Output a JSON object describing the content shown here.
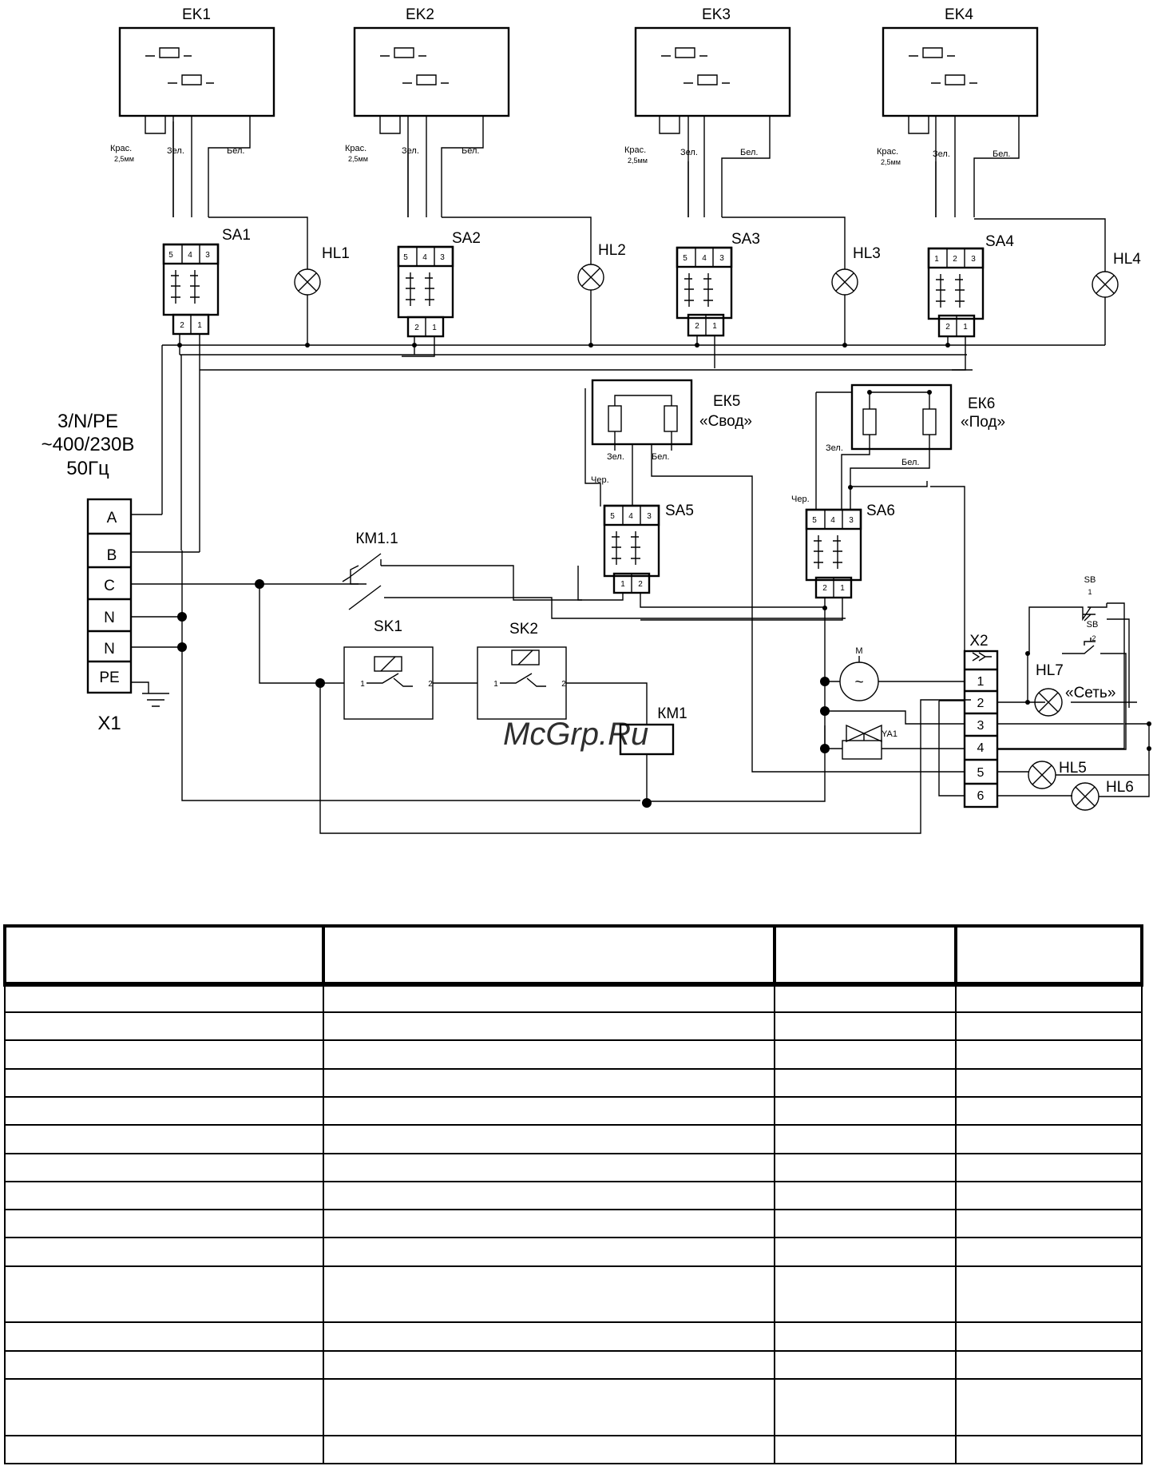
{
  "diagram": {
    "heaters_top": [
      {
        "id": "EK1",
        "switch": "SA1",
        "lamp": "HL1",
        "pins": [
          "5",
          "4",
          "3"
        ],
        "bottom": [
          "2",
          "1"
        ]
      },
      {
        "id": "EK2",
        "switch": "SA2",
        "lamp": "HL2",
        "pins": [
          "5",
          "4",
          "3"
        ],
        "bottom": [
          "2",
          "1"
        ]
      },
      {
        "id": "EK3",
        "switch": "SA3",
        "lamp": "HL3",
        "pins": [
          "5",
          "4",
          "3"
        ],
        "bottom": [
          "2",
          "1"
        ]
      },
      {
        "id": "EK4",
        "switch": "SA4",
        "lamp": "HL4",
        "pins": [
          "1",
          "2",
          "3"
        ],
        "bottom": [
          "2",
          "1"
        ]
      }
    ],
    "wire_labels": {
      "red": "Крас.",
      "red_size": "2,5мм",
      "green": "Зел.",
      "white": "Бел.",
      "black": "Чер."
    },
    "ek5": {
      "id": "ЕК5",
      "name": "«Свод»",
      "switch": "SA5",
      "pins": [
        "5",
        "4",
        "3"
      ],
      "bottom": [
        "1",
        "2"
      ]
    },
    "ek6": {
      "id": "ЕК6",
      "name": "«Под»",
      "switch": "SA6",
      "pins": [
        "5",
        "4",
        "3"
      ],
      "bottom": [
        "2",
        "1"
      ]
    },
    "supply": {
      "line1": "3/N/PE",
      "line2": "~400/230В",
      "line3": "50Гц"
    },
    "x1": {
      "id": "X1",
      "terminals": [
        "A",
        "B",
        "C",
        "N",
        "N",
        "PE"
      ]
    },
    "km11": "КМ1.1",
    "sk1": {
      "id": "SK1",
      "p1": "1",
      "p2": "2"
    },
    "sk2": {
      "id": "SK2",
      "p1": "1",
      "p2": "2"
    },
    "km1": "КМ1",
    "motor": {
      "id": "M",
      "symbol": "~"
    },
    "valve": "YA1",
    "x2": {
      "id": "X2",
      "terminals": [
        "1",
        "2",
        "3",
        "4",
        "5",
        "6"
      ]
    },
    "sb": {
      "id": "SB",
      "c1": "1",
      "c2": "2"
    },
    "hl7": {
      "id": "HL7",
      "name": "«Сеть»"
    },
    "hl5": "HL5",
    "hl6": "HL6",
    "watermark": "McGrp.Ru"
  },
  "table": {
    "rows": [
      [
        "",
        "",
        "",
        ""
      ],
      [
        "",
        "",
        "",
        ""
      ],
      [
        "",
        "",
        "",
        ""
      ],
      [
        "",
        "",
        "",
        ""
      ],
      [
        "",
        "",
        "",
        ""
      ],
      [
        "",
        "",
        "",
        ""
      ],
      [
        "",
        "",
        "",
        ""
      ],
      [
        "",
        "",
        "",
        ""
      ],
      [
        "",
        "",
        "",
        ""
      ],
      [
        "",
        "",
        "",
        ""
      ],
      [
        "",
        "",
        "",
        ""
      ],
      [
        "",
        "",
        "",
        ""
      ],
      [
        "",
        "",
        "",
        ""
      ],
      [
        "",
        "",
        "",
        ""
      ],
      [
        "",
        "",
        "",
        ""
      ],
      [
        "",
        "",
        "",
        ""
      ]
    ]
  }
}
